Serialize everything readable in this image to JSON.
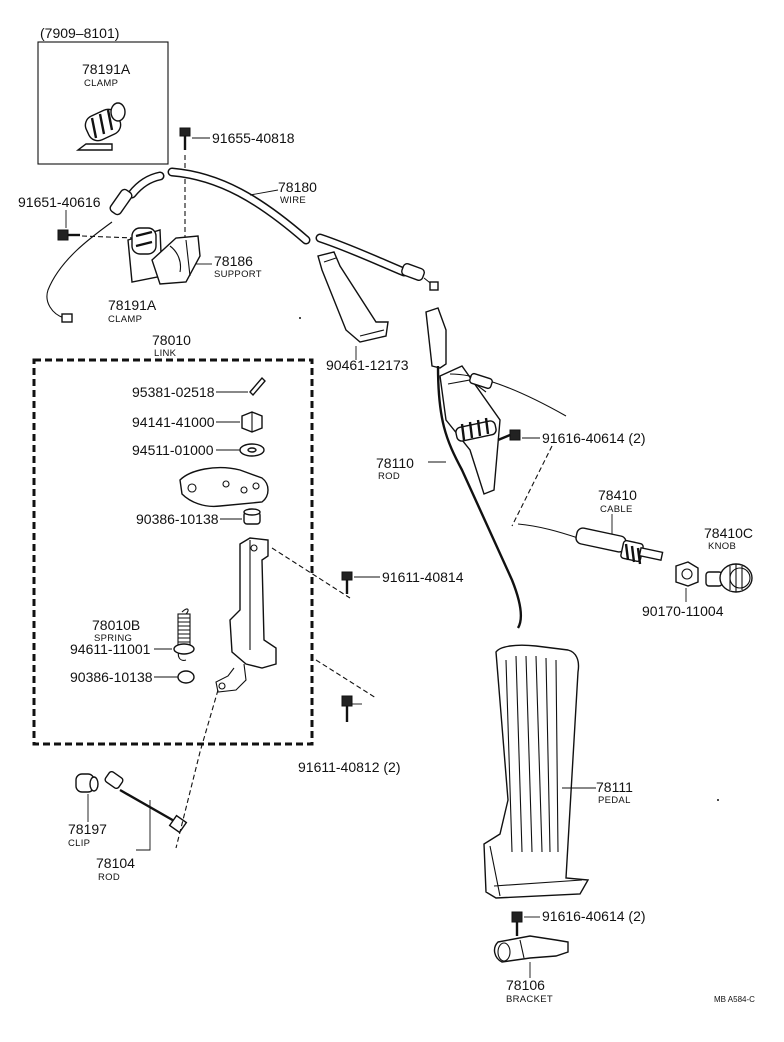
{
  "date_range": "(7909–8101)",
  "footer_code": "MB A584-C",
  "parts": {
    "clamp_inset": {
      "number": "78191A",
      "name": "CLAMP"
    },
    "bolt_91655": {
      "number": "91655-40818"
    },
    "wire": {
      "number": "78180",
      "name": "WIRE"
    },
    "bolt_91651": {
      "number": "91651-40616"
    },
    "support": {
      "number": "78186",
      "name": "SUPPORT"
    },
    "clamp": {
      "number": "78191A",
      "name": "CLAMP"
    },
    "link": {
      "number": "78010",
      "name": "LINK"
    },
    "bolt_90461": {
      "number": "90461-12173"
    },
    "pin_95381": {
      "number": "95381-02518"
    },
    "nut_94141": {
      "number": "94141-41000"
    },
    "washer_94511": {
      "number": "94511-01000"
    },
    "bushing_90386_a": {
      "number": "90386-10138"
    },
    "bolt_91611_40814": {
      "number": "91611-40814"
    },
    "spring": {
      "number": "78010B",
      "name": "SPRING"
    },
    "bushing_90386_b": {
      "number": "90386-10138"
    },
    "washer_94611": {
      "number": "94611-11001"
    },
    "bolt_91611_40812": {
      "number": "91611-40812 (2)"
    },
    "clip": {
      "number": "78197",
      "name": "CLIP"
    },
    "rod_78104": {
      "number": "78104",
      "name": "ROD"
    },
    "bolt_91616_a": {
      "number": "91616-40614 (2)"
    },
    "rod_78110": {
      "number": "78110",
      "name": "ROD"
    },
    "cable": {
      "number": "78410",
      "name": "CABLE"
    },
    "knob": {
      "number": "78410C",
      "name": "KNOB"
    },
    "nut_90170": {
      "number": "90170-11004"
    },
    "pedal": {
      "number": "78111",
      "name": "PEDAL"
    },
    "bolt_91616_b": {
      "number": "91616-40614 (2)"
    },
    "bracket": {
      "number": "78106",
      "name": "BRACKET"
    }
  }
}
